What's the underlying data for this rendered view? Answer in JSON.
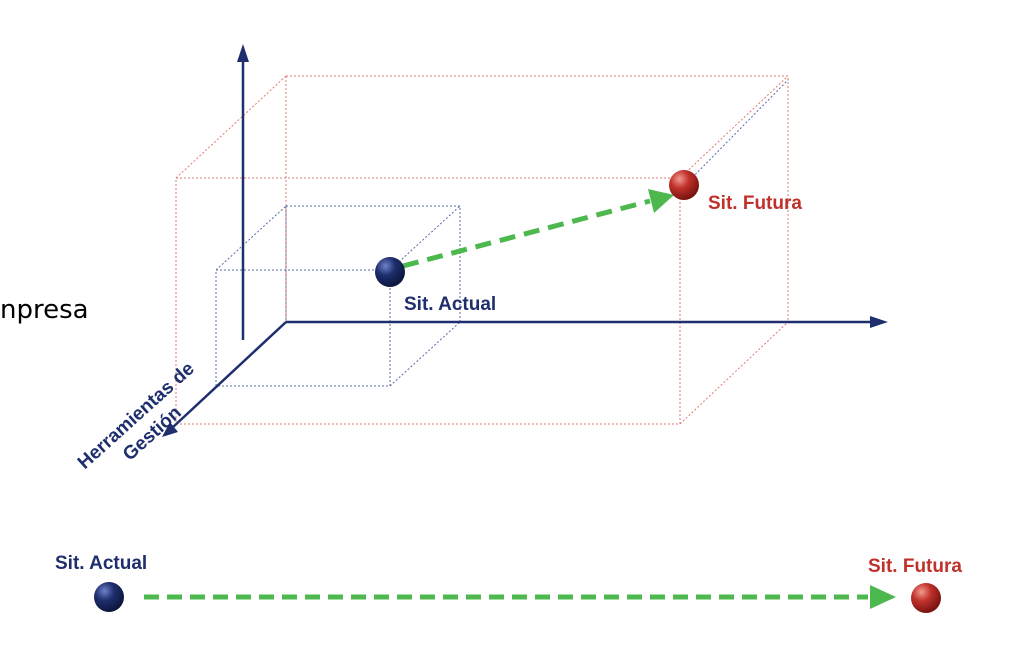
{
  "labels": {
    "actual_3d": "Sit. Actual",
    "futura_3d": "Sit. Futura",
    "actual_line": "Sit. Actual",
    "futura_line": "Sit. Futura",
    "axis_z_line1": "Herramientas de",
    "axis_z_line2": "Gestión",
    "left_fragment": "npresa"
  },
  "colors": {
    "navy": "#1f2f6e",
    "red": "#c0312b",
    "green": "#4db84d",
    "red_box": "#e07a70",
    "blue_box": "#5a6ba8",
    "actual_label": "#1f2f6e",
    "futura_label": "#c0312b"
  },
  "icons": {
    "actual_point": "navy-sphere",
    "futura_point": "red-sphere",
    "arrow": "dashed-green-arrow"
  }
}
